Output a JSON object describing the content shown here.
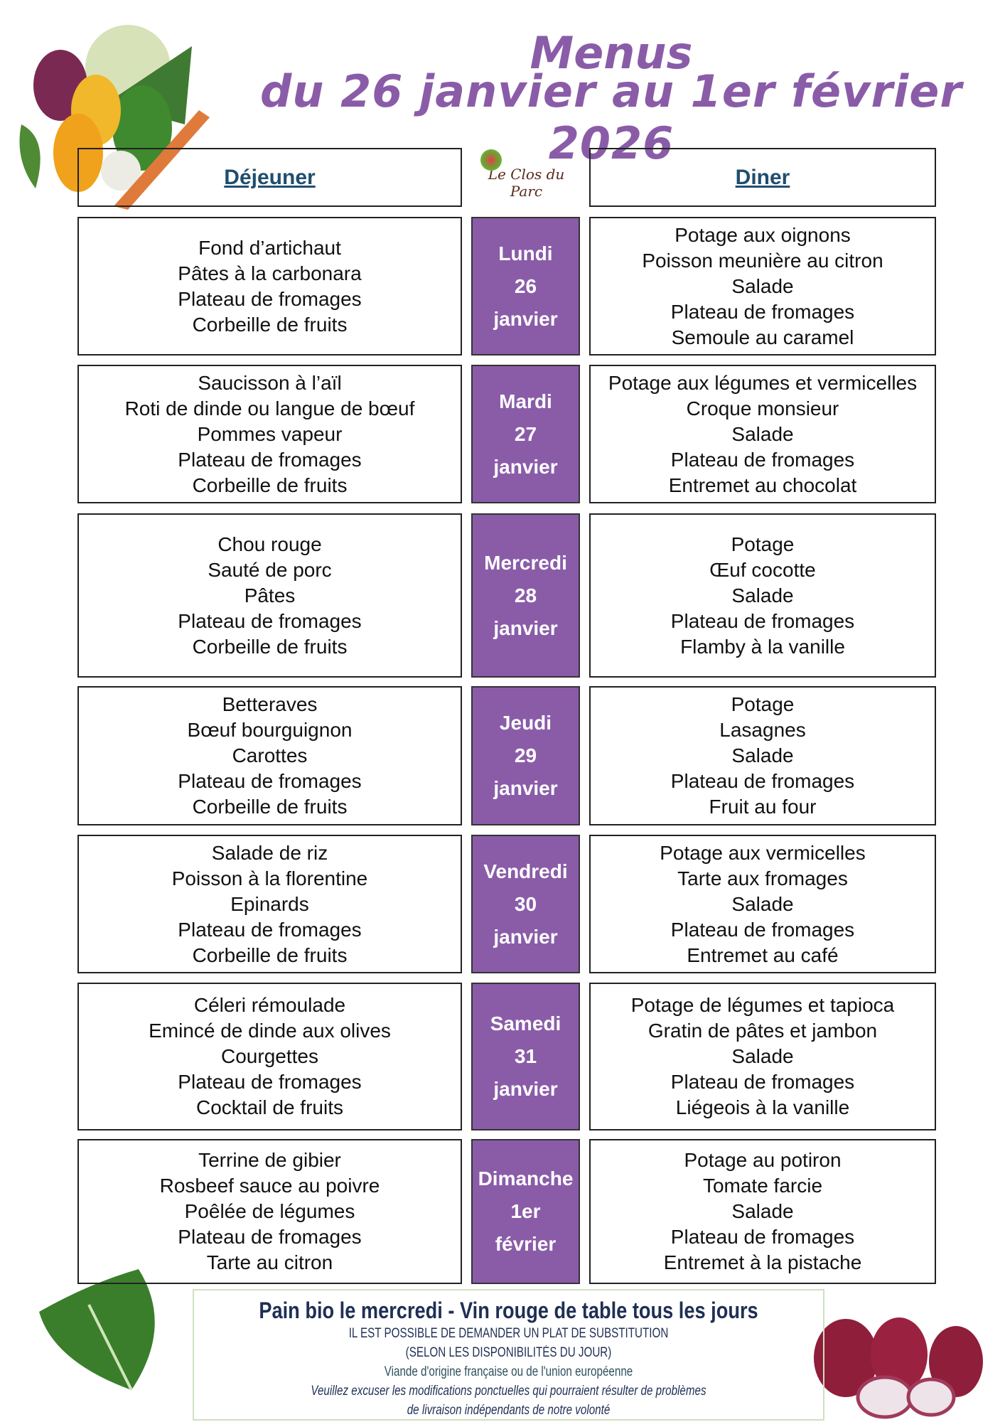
{
  "title": {
    "line1": "Menus",
    "line2": "du 26 janvier au 1er février 2026"
  },
  "headers": {
    "lunch": "Déjeuner",
    "dinner": "Diner",
    "logo_text": "Le Clos du Parc"
  },
  "days": [
    {
      "name": "Lundi",
      "num": "26",
      "month": "janvier",
      "lunch": [
        "Fond d’artichaut",
        "Pâtes à la carbonara",
        "Plateau de fromages",
        "Corbeille de fruits"
      ],
      "dinner": [
        "Potage aux oignons",
        "Poisson meunière au citron",
        "Salade",
        "Plateau de fromages",
        "Semoule au caramel"
      ]
    },
    {
      "name": "Mardi",
      "num": "27",
      "month": "janvier",
      "lunch": [
        "Saucisson à l’aïl",
        "Roti de dinde ou langue de bœuf",
        "Pommes vapeur",
        "Plateau de fromages",
        "Corbeille de fruits"
      ],
      "dinner": [
        "Potage aux légumes et vermicelles",
        "Croque monsieur",
        "Salade",
        "Plateau de fromages",
        "Entremet au chocolat"
      ]
    },
    {
      "name": "Mercredi",
      "num": "28",
      "month": "janvier",
      "lunch": [
        "Chou rouge",
        "Sauté de porc",
        "Pâtes",
        "Plateau de fromages",
        "Corbeille de fruits"
      ],
      "dinner": [
        "Potage",
        "Œuf cocotte",
        "Salade",
        "Plateau de fromages",
        "Flamby à la vanille"
      ]
    },
    {
      "name": "Jeudi",
      "num": "29",
      "month": "janvier",
      "lunch": [
        "Betteraves",
        "Bœuf bourguignon",
        "Carottes",
        "Plateau de fromages",
        "Corbeille de fruits"
      ],
      "dinner": [
        "Potage",
        "Lasagnes",
        "Salade",
        "Plateau de fromages",
        "Fruit au four"
      ]
    },
    {
      "name": "Vendredi",
      "num": "30",
      "month": "janvier",
      "lunch": [
        "Salade de riz",
        "Poisson à la florentine",
        "Epinards",
        "Plateau de fromages",
        "Corbeille de fruits"
      ],
      "dinner": [
        "Potage aux vermicelles",
        "Tarte aux fromages",
        "Salade",
        "Plateau de fromages",
        "Entremet au café"
      ]
    },
    {
      "name": "Samedi",
      "num": "31",
      "month": "janvier",
      "lunch": [
        "Céleri rémoulade",
        "Emincé de dinde aux olives",
        "Courgettes",
        "Plateau de fromages",
        "Cocktail de fruits"
      ],
      "dinner": [
        "Potage de légumes et tapioca",
        "Gratin de pâtes et jambon",
        "Salade",
        "Plateau de fromages",
        "Liégeois à la vanille"
      ]
    },
    {
      "name": "Dimanche",
      "num": "1er",
      "month": "février",
      "lunch": [
        "Terrine de gibier",
        "Rosbeef sauce au poivre",
        "Poêlée de légumes",
        "Plateau de fromages",
        "Tarte au citron"
      ],
      "dinner": [
        "Potage au potiron",
        "Tomate farcie",
        "Salade",
        "Plateau de fromages",
        "Entremet à la pistache"
      ]
    }
  ],
  "footer": {
    "line1": "Pain bio le mercredi - Vin rouge de table tous les jours",
    "line2": "IL EST POSSIBLE DE DEMANDER UN PLAT DE SUBSTITUTION",
    "line3": "(SELON LES DISPONIBILITÉS DU JOUR)",
    "line4": "Viande d'origine française ou de l'union européenne",
    "line5": "Veuillez excuser les modifications ponctuelles qui pourraient résulter de problèmes",
    "line6": "de livraison indépendants de notre volonté"
  },
  "colors": {
    "accent": "#8a5ca8",
    "header_text": "#1f4e6e"
  }
}
